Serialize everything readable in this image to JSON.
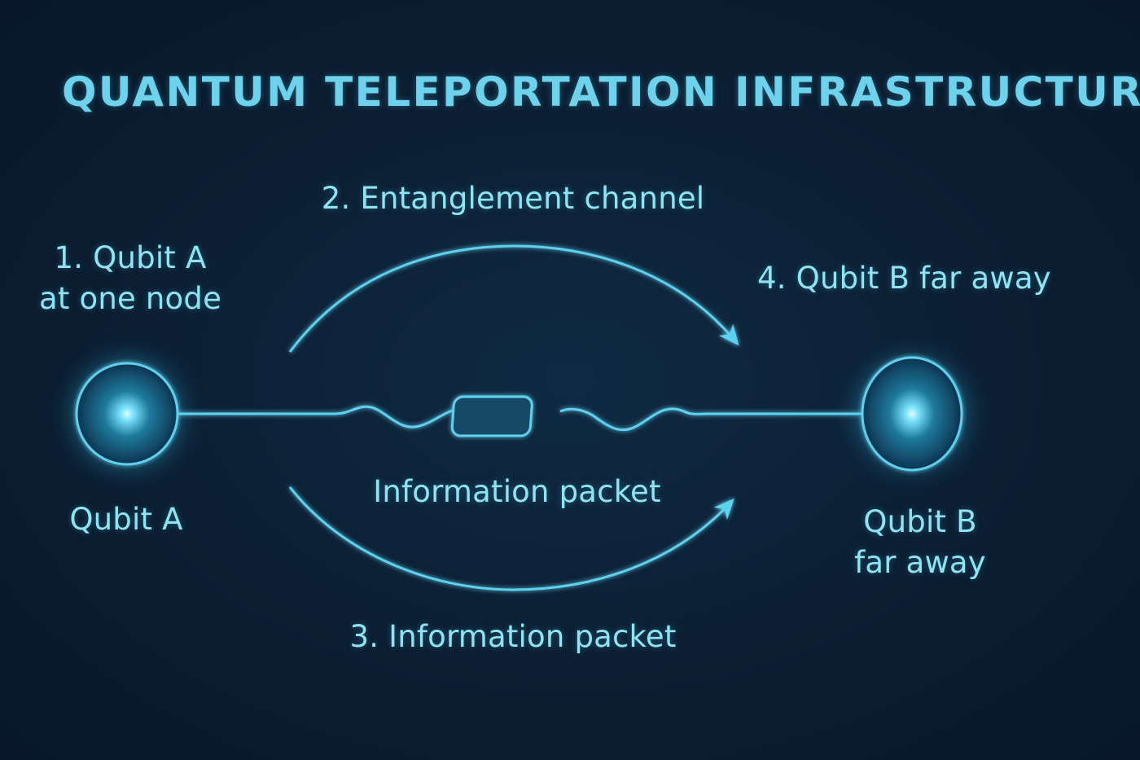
{
  "title": "QUANTUM TELEPORTATION INFRASTRUCTURE",
  "steps": {
    "step1_line1": "1. Qubit A",
    "step1_line2": "at one node",
    "step2": "2. Entanglement channel",
    "step3": "3. Information packet",
    "step4": "4. Qubit B far away"
  },
  "nodes": {
    "qubit_a": "Qubit A",
    "qubit_b_line1": "Qubit B",
    "qubit_b_line2": "far away",
    "packet": "Information packet"
  },
  "colors": {
    "background": "#0c1f33",
    "accent": "#5fd0ee",
    "text": "#8fe3f2",
    "title": "#6fd2ec"
  }
}
